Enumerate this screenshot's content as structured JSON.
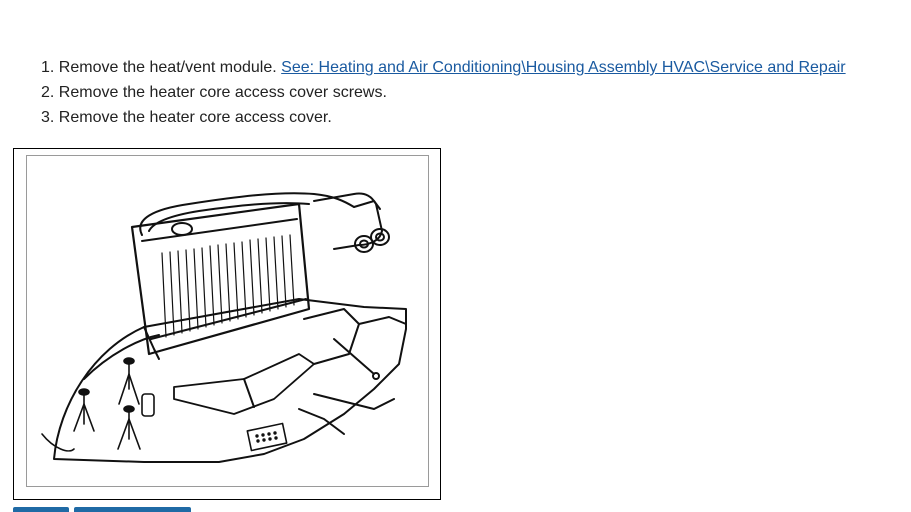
{
  "steps": [
    {
      "number": "1.",
      "text": "Remove the heat/vent module. ",
      "link": "See: Heating and Air Conditioning\\Housing Assembly HVAC\\Service and Repair"
    },
    {
      "number": "2.",
      "text": "Remove the heater core access cover screws."
    },
    {
      "number": "3.",
      "text": "Remove the heater core access cover."
    }
  ],
  "colors": {
    "link": "#1a5aa0",
    "text": "#222222",
    "nav_button": "#1f6aa5"
  }
}
